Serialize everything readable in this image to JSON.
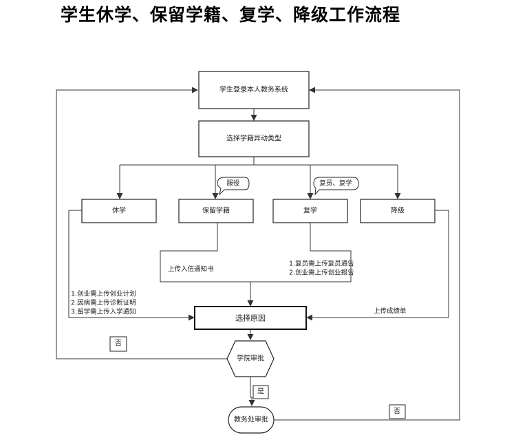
{
  "title": "学生休学、保留学籍、复学、降级工作流程",
  "nodes": {
    "login": "学生登录本人教务系统",
    "select_type": "选择学籍异动类型",
    "suspend": "休学",
    "retain": "保留学籍",
    "resume": "复学",
    "demote": "降级",
    "select_reason": "选择原因",
    "college_review": "学院审批",
    "office_review": "教务处审批"
  },
  "callouts": {
    "military": "服役",
    "discharge_resume": "复员、复学"
  },
  "notes": {
    "upload_enlist": "上传入伍通知书",
    "resume_req_1": "1.复员需上传复员通告",
    "resume_req_2": "2.创业需上传创业报告",
    "suspend_req_1": "1.创业需上传创业计划",
    "suspend_req_2": "2.因病需上传诊断证明",
    "suspend_req_3": "3.留学需上传入学通知",
    "upload_grades": "上传成绩单"
  },
  "branches": {
    "no_left": "否",
    "yes": "是",
    "no_right": "否"
  }
}
